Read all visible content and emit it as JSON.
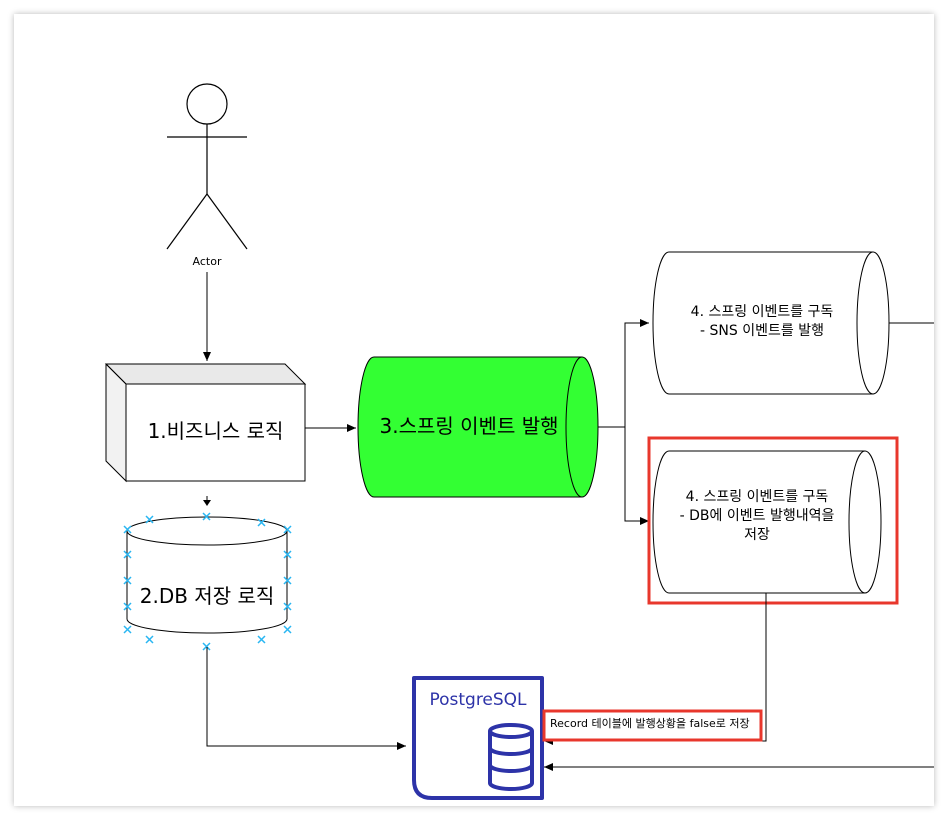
{
  "actor": {
    "label": "Actor"
  },
  "nodes": {
    "business_logic": "1.비즈니스 로직",
    "db_store_logic": "2.DB 저장 로직",
    "spring_event_publish": "3.스프링 이벤트 발행",
    "subscriber_sns": {
      "line1": "4. 스프링 이벤트를 구독",
      "line2": "- SNS 이벤트를 발행"
    },
    "subscriber_db": {
      "line1": "4. 스프링 이벤트를 구독",
      "line2": "- DB에 이벤트 발행내역을",
      "line3": "저장"
    }
  },
  "postgres": {
    "label": "PostgreSQL"
  },
  "note": {
    "text": "Record 테이블에 발행상황을 false로 저장"
  },
  "colors": {
    "publish_fill": "#33ff33",
    "highlight": "#e8372c",
    "postgres": "#2d33a8",
    "handle": "#29b6f2"
  }
}
